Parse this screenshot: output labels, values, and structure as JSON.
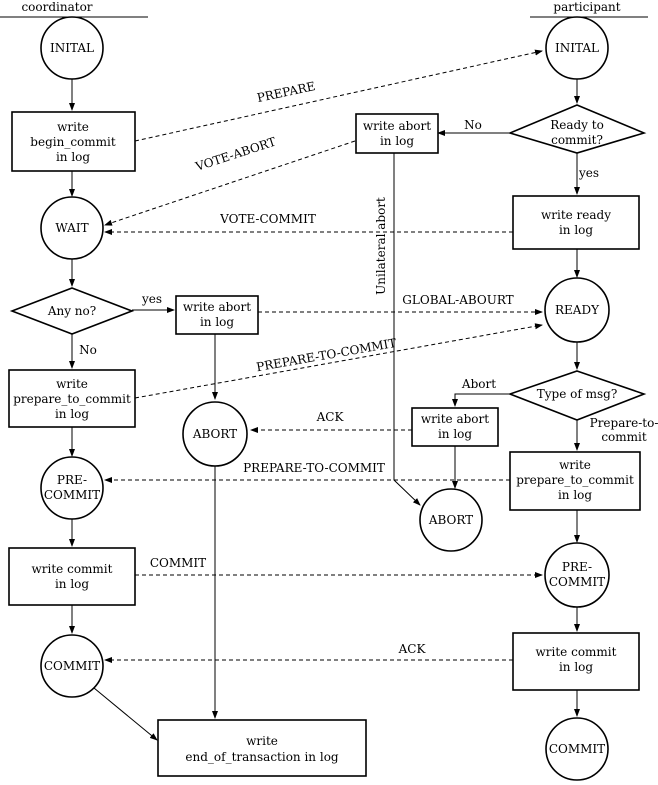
{
  "headers": {
    "coordinator": "coordinator",
    "participant": "participant"
  },
  "nodes": {
    "c_inital": "INITAL",
    "c_write_begin": [
      "write",
      "begin_commit",
      "in log"
    ],
    "c_wait": "WAIT",
    "c_anyno": "Any no?",
    "c_write_abort": [
      "write abort",
      "in log"
    ],
    "c_write_prep": [
      "write",
      "prepare_to_commit",
      "in log"
    ],
    "c_abort": "ABORT",
    "c_precommit": [
      "PRE-",
      "COMMIT"
    ],
    "c_write_commit": [
      "write commit",
      "in log"
    ],
    "c_commit": "COMMIT",
    "c_end": [
      "write",
      "end_of_transaction in log"
    ],
    "p_inital": "INITAL",
    "p_ready_q": [
      "Ready to",
      "commit?"
    ],
    "p_write_abort1": [
      "write abort",
      "in log"
    ],
    "p_write_ready": [
      "write ready",
      "in log"
    ],
    "p_ready": "READY",
    "p_type": "Type of msg?",
    "p_write_abort2": [
      "write abort",
      "in log"
    ],
    "p_write_prep": [
      "write",
      "prepare_to_commit",
      "in log"
    ],
    "p_abort": "ABORT",
    "p_precommit": [
      "PRE-",
      "COMMIT"
    ],
    "p_write_commit": [
      "write commit",
      "in log"
    ],
    "p_commit": "COMMIT"
  },
  "edge_labels": {
    "prepare": "PREPARE",
    "vote_abort": "VOTE-ABORT",
    "vote_commit": "VOTE-COMMIT",
    "global_abort": "GLOBAL-ABOURT",
    "prepare_to_commit_1": "PREPARE-TO-COMMIT",
    "prepare_to_commit_2": "PREPARE-TO-COMMIT",
    "ack_1": "ACK",
    "ack_2": "ACK",
    "commit": "COMMIT",
    "yes_1": "yes",
    "no_1": "No",
    "yes_2": "yes",
    "no_2": "No",
    "abort_branch": "Abort",
    "prepare_branch": [
      "Prepare-to-",
      "commit"
    ],
    "unilateral_abort": "Unilateral abort"
  }
}
